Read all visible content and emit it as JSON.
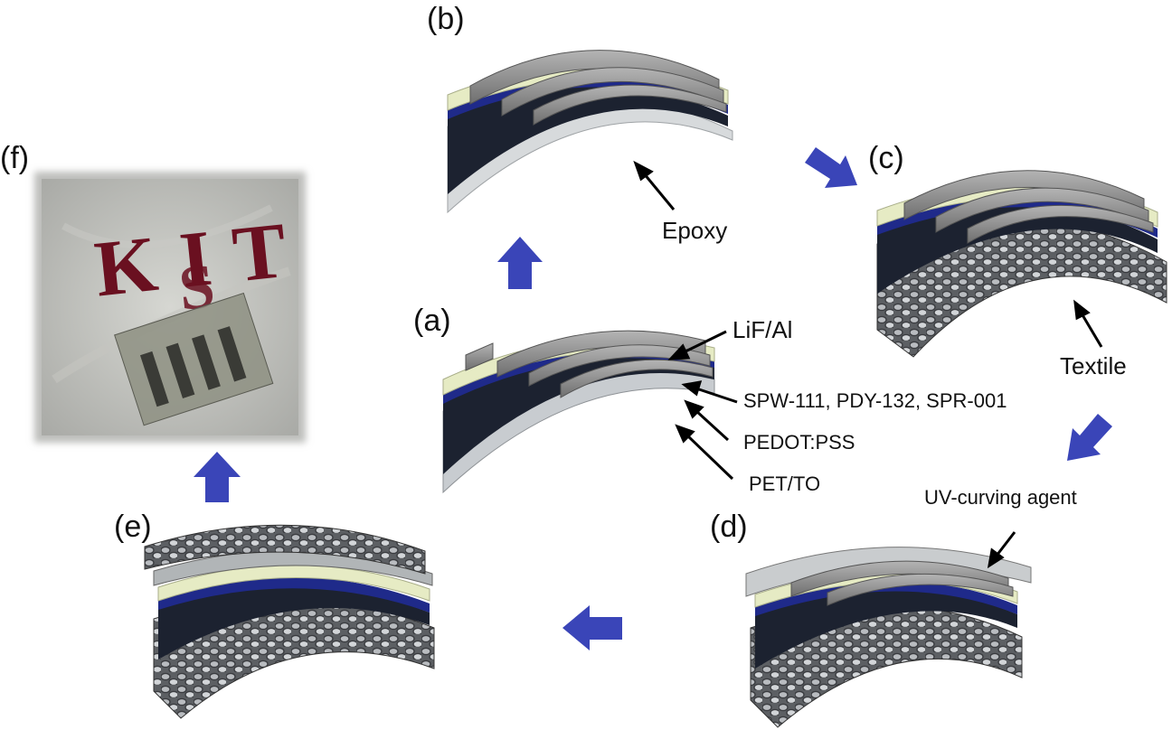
{
  "panels": {
    "a": "(a)",
    "b": "(b)",
    "c": "(c)",
    "d": "(d)",
    "e": "(e)",
    "f": "(f)"
  },
  "annotations": {
    "epoxy": "Epoxy",
    "lif_al": "LiF/Al",
    "emitters": "SPW-111, PDY-132, SPR-001",
    "pedot": "PEDOT:PSS",
    "pet_to": "PET/TO",
    "textile": "Textile",
    "uv_agent": "UV-curving agent"
  },
  "photo": {
    "logo_text": "KIST"
  },
  "colors": {
    "arrow": "#3a45b8",
    "electrode": "#8c8c8c",
    "yellow_layer": "#e6ebc4",
    "blue_layer": "#1f2a8a",
    "dark_layer": "#1c2230",
    "substrate": "#c8ccd0",
    "logo": "#6a1020"
  }
}
